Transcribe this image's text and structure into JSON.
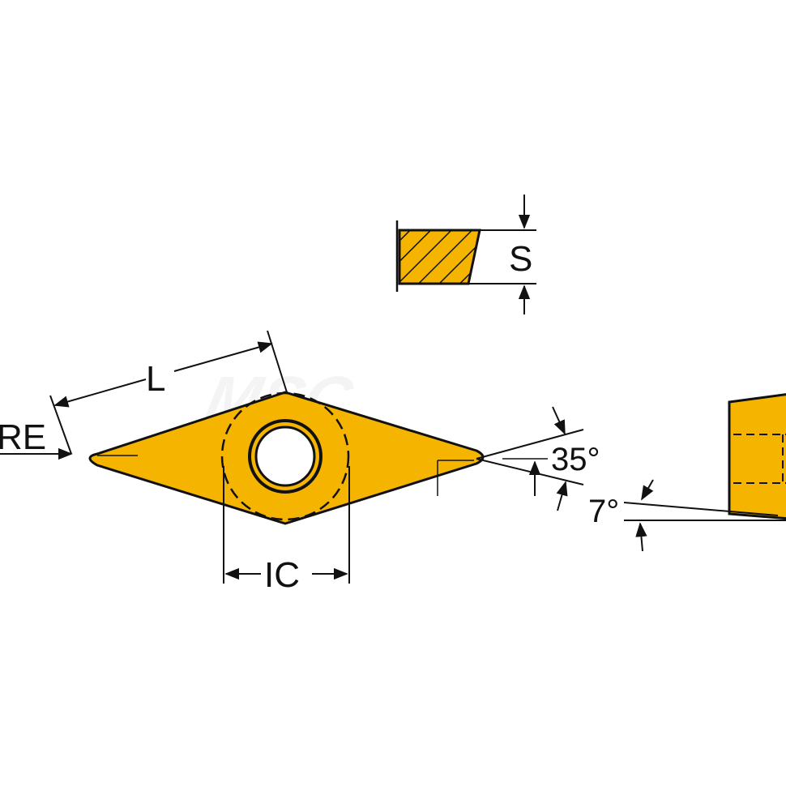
{
  "labels": {
    "length": "L",
    "thickness": "S",
    "corner_radius": "RE",
    "inscribed_circle": "IC",
    "included_angle": "35°",
    "clearance_angle": "7°"
  },
  "watermark": "MSC",
  "colors": {
    "insert_fill": "#f5b400",
    "outline": "#111111",
    "background": "#ffffff"
  }
}
